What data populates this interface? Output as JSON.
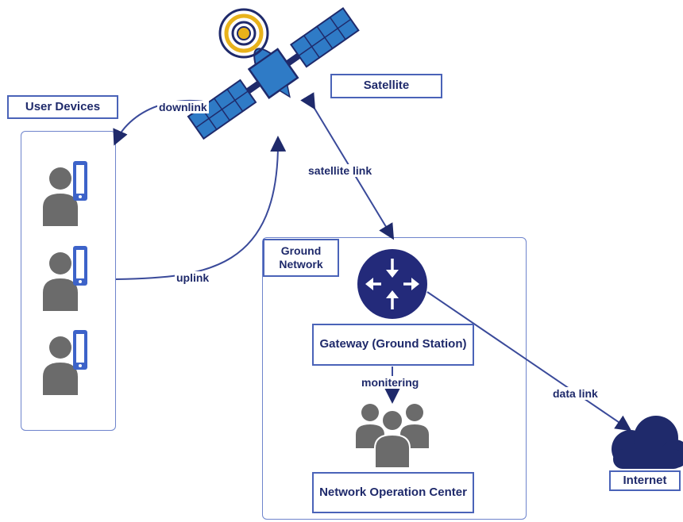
{
  "nodes": {
    "satellite": "Satellite",
    "user_devices": "User Devices",
    "ground_network": "Ground Network",
    "gateway": "Gateway (Ground Station)",
    "noc": "Network Operation Center",
    "internet": "Internet"
  },
  "edges": {
    "downlink": "downlink",
    "uplink": "uplink",
    "satellite_link": "satellite link",
    "monitoring": "monitering",
    "data_link": "data link"
  },
  "colors": {
    "navy": "#1f2a6b",
    "box_border": "#4a63b8",
    "gray": "#6b6b6b",
    "phone_blue": "#3d63c9",
    "satellite_body": "#2f7bc6",
    "satellite_ring_gold": "#e8b21b"
  },
  "icons": {
    "satellite": "satellite-icon",
    "user": "user-with-phone-icon",
    "router": "router-icon",
    "noc": "people-group-icon",
    "internet": "cloud-icon"
  }
}
